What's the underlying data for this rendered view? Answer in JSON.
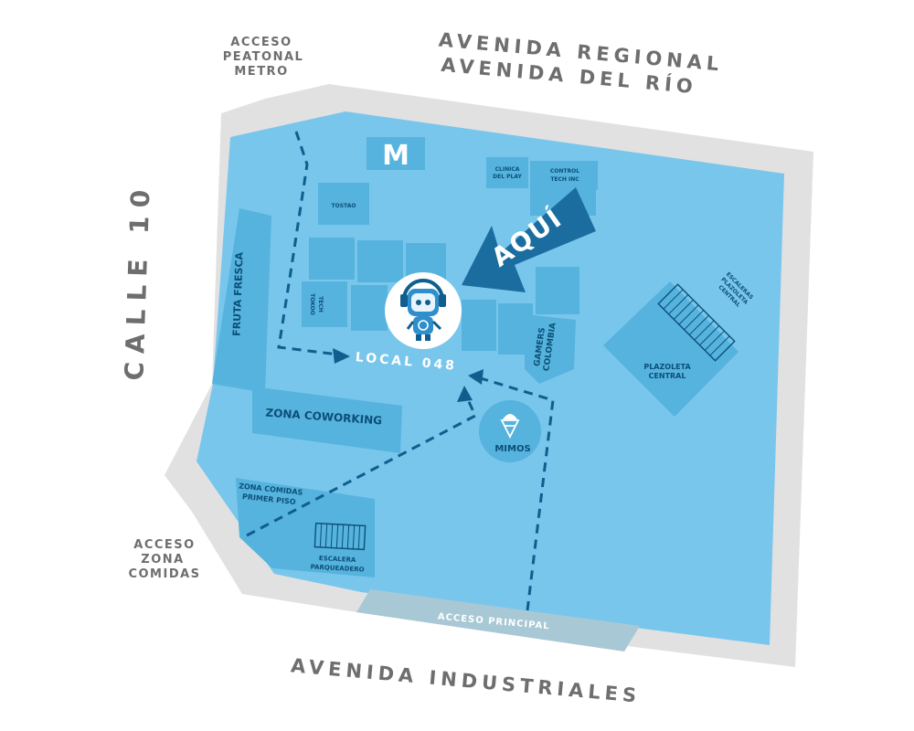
{
  "streets": {
    "north_1": "AVENIDA REGIONAL",
    "north_2": "AVENIDA DEL RÍO",
    "west": "CALLE 10",
    "south": "AVENIDA INDUSTRIALES"
  },
  "accesses": {
    "metro": [
      "ACCESO",
      "PEATONAL",
      "METRO"
    ],
    "food": [
      "ACCESO",
      "ZONA",
      "COMIDAS"
    ],
    "main": "ACCESO PRINCIPAL"
  },
  "stores": {
    "mcdonalds_logo": "M",
    "tostao": "TOSTAO",
    "clinica": [
      "CLINICA",
      "DEL PLAY"
    ],
    "control": [
      "CONTROL",
      "TECH INC"
    ],
    "tokoo": [
      "TOKOO",
      "TECH"
    ],
    "gamers": [
      "GAMERS",
      "COLOMBIA"
    ],
    "fruta": "FRUTA FRESCA",
    "coworking": "ZONA COWORKING",
    "mimos": "MIMOS",
    "food_zone": [
      "ZONA COMIDAS",
      "PRIMER PISO"
    ],
    "parking_stairs": [
      "ESCALERA",
      "PARQUEADERO"
    ],
    "plazoleta": [
      "PLAZOLETA",
      "CENTRAL"
    ],
    "plazoleta_stairs": [
      "ESCALERAS",
      "PLAZOLETA",
      "CENTRAL"
    ]
  },
  "marker": {
    "here": "AQUÍ",
    "local": "LOCAL 048"
  },
  "icons": {
    "robot": "robot-mascot-icon",
    "ice_cream": "ice-cream-icon",
    "mcdonalds": "mcdonalds-logo-icon"
  },
  "colors": {
    "outer_gray": "#e1e1e1",
    "floor": "#79c6ec",
    "store": "#55b3dd",
    "dark_blue": "#1b6d9f",
    "route": "#0f5e8e",
    "street_text": "#6e6e6e",
    "entrance": "#a9c8d5"
  }
}
